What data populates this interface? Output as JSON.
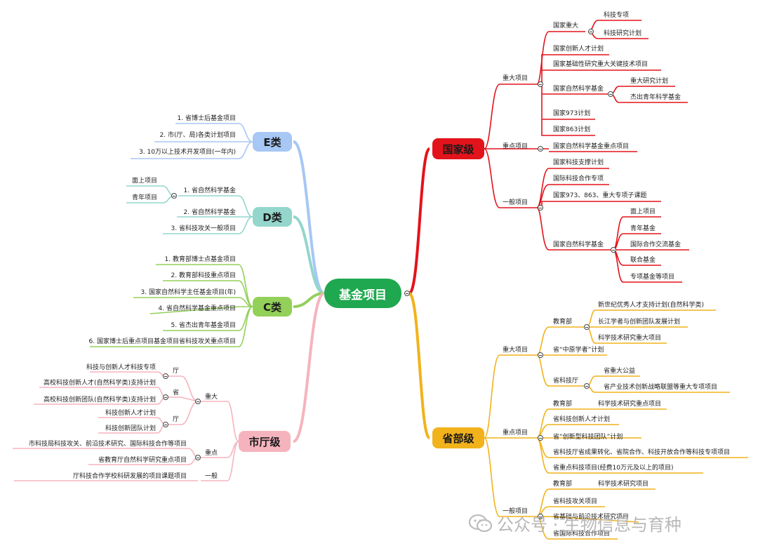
{
  "center": "基金项目",
  "guojia": {
    "label": "国家级",
    "zhongda": {
      "label": "重大项目",
      "guojia_zhongda": "国家重大",
      "keji_zhuanxiang": "科技专项",
      "keji_yanjiu": "科技研究计划",
      "chuangxin_rencai": "国家创新人才计划",
      "jichu_yanjiu": "国家基础性研究重大关键技术项目",
      "ziran_jijin": "国家自然科学基金",
      "zhongda_yanjiu": "重大研究计划",
      "jiechu_qingnian": "杰出青年科学基金",
      "p973": "国家973计划",
      "p863": "国家863计划"
    },
    "zhongdian": {
      "label": "重点项目",
      "ziran_zhongdian": "国家自然科学基金重点项目"
    },
    "yiban": {
      "label": "一般项目",
      "keji_zhicheng": "国家科技支撑计划",
      "guoji_hezuo": "国际科技合作专项",
      "zixiang": "国家973、863、重大专项子课题",
      "ziran_jijin": "国家自然科学基金",
      "mianshang": "面上项目",
      "qingnian": "青年基金",
      "guoji_jiaoliu": "国际合作交流基金",
      "lianhe": "联合基金",
      "zhuanxiang": "专项基金等项目"
    }
  },
  "sheng": {
    "label": "省部级",
    "zhongda": {
      "label": "重大项目",
      "jiaoyubu": "教育部",
      "xinshiji": "新世纪优秀人才支持计划(自然科学类)",
      "changjiang": "长江学者与创新团队发展计划",
      "kexue_zhongda": "科学技术研究重大项目",
      "zhongyuan": "省“中原学者”计划",
      "kejiting": "省科技厅",
      "zhongda_gonggong": "省重大公益",
      "chanye_lianmeng": "省产业技术创新战略联盟等重大专项项目"
    },
    "zhongdian": {
      "label": "重点项目",
      "jiaoyubu": "教育部",
      "kexue_zhongdian": "科学技术研究重点项目",
      "chuangxin_rencai": "省科技创新人才计划",
      "chuangxin_tuandui": "省“创新型科技团队”计划",
      "chengguo_zhuanhua": "省科技厅省成果转化、省院合作、科技开放合作等科技专项项目",
      "zhongdian_keji": "省重点科技项目(经费10万元及以上的项目)"
    },
    "yiban": {
      "label": "一般项目",
      "jiaoyubu": "教育部",
      "kexue_yanjiu": "科学技术研究项目",
      "gongguan": "省科技攻关项目",
      "jichu_qianyan": "省基础与前沿技术研究项目",
      "guoji_hezuo": "省国际科技合作项目"
    }
  },
  "e": {
    "label": "E类",
    "items": [
      "1. 省博士后基金项目",
      "2. 市(厅、局)各类计划项目",
      "3. 10万以上技术开发项目(一年内)"
    ]
  },
  "d": {
    "label": "D类",
    "item1": "1. 省自然科学基金",
    "mianshang": "面上项目",
    "qingnian": "青年项目",
    "item2": "2. 省自然科学基金",
    "item3": "3. 省科技攻关一般项目"
  },
  "c": {
    "label": "C类",
    "items": [
      "1. 教育部博士点基金项目",
      "2. 教育部科技重点项目",
      "3. 国家自然科学主任基金项目(年)",
      "4. 省自然科学基金重点项目",
      "5. 省杰出青年基金项目",
      "6. 国家博士后重点项目基金项目省科技攻关重点项目"
    ]
  },
  "shi": {
    "label": "市厅级",
    "zhongda": "重大",
    "zhongdian": "重点",
    "yiban": "一般",
    "ting1": "厅",
    "sheng": "省",
    "ting2": "厅",
    "zd_items": [
      "科技与创新人才科技专项",
      "高校科技创新人才(自然科学类)支持计划",
      "高校科技创新团队(自然科学类)支持计划",
      "科技创新人才计划",
      "科技创新团队计划"
    ],
    "zp_items": [
      "市科技局科技攻关、前沿技术研究、国际科技合作等项目",
      "省教育厅自然科学研究重点项目"
    ],
    "yb_items": [
      "厅科技合作学校科研发展的项目课题项目"
    ]
  },
  "watermark": {
    "text": "公众号 · 生物信息与育种"
  },
  "colors": {
    "center": "#1fa84f",
    "guojia": "#e3131b",
    "sheng": "#f2b21b",
    "e": "#a7c7f4",
    "d": "#94d6cc",
    "c": "#93d05a",
    "shi": "#f5b4bd"
  }
}
